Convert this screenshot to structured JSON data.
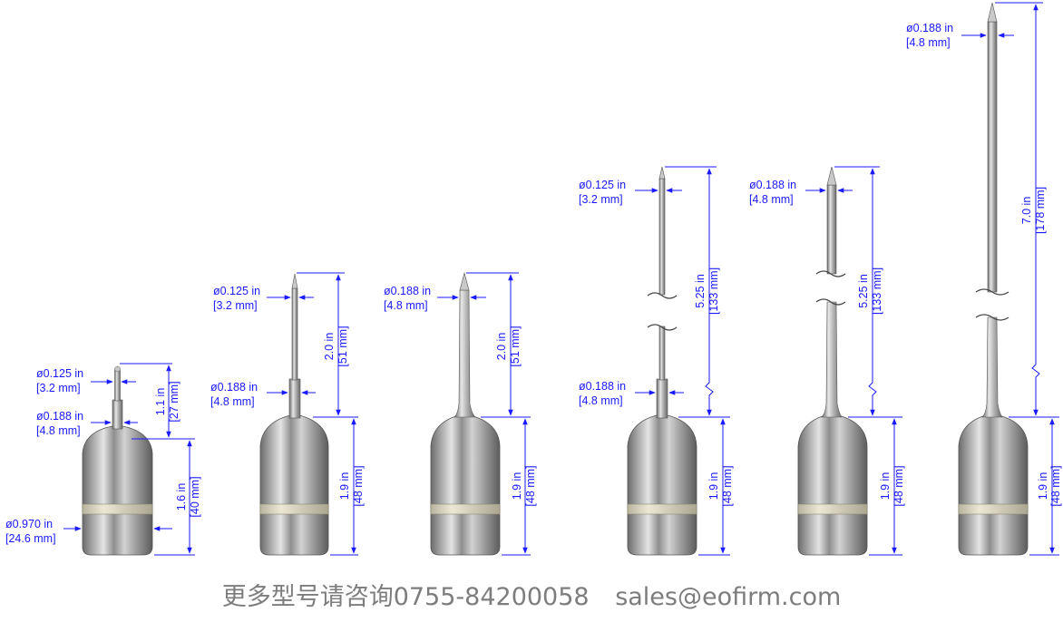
{
  "probes": [
    {
      "tip_diameter": [
        "ø0.125 in",
        "[3.2 mm]"
      ],
      "shaft_diameter": [
        "ø0.188 in",
        "[4.8 mm]"
      ],
      "probe_length": [
        "1.1 in",
        "[27 mm]"
      ],
      "handle_length": [
        "1.6 in",
        "[40 mm]"
      ],
      "handle_diameter": [
        "ø0.970 in",
        "[24.6 mm]"
      ]
    },
    {
      "tip_diameter": [
        "ø0.125 in",
        "[3.2 mm]"
      ],
      "shaft_diameter": [
        "ø0.188 in",
        "[4.8 mm]"
      ],
      "probe_length": [
        "2.0 in",
        "[51 mm]"
      ],
      "handle_length": [
        "1.9 in",
        "[48 mm]"
      ]
    },
    {
      "tip_diameter": [
        "ø0.188 in",
        "[4.8 mm]"
      ],
      "probe_length": [
        "2.0 in",
        "[51 mm]"
      ],
      "handle_length": [
        "1.9 in",
        "[48 mm]"
      ]
    },
    {
      "tip_diameter": [
        "ø0.125 in",
        "[3.2 mm]"
      ],
      "shaft_diameter": [
        "ø0.188 in",
        "[4.8 mm]"
      ],
      "probe_length": [
        "5.25 in",
        "[133 mm]"
      ],
      "handle_length": [
        "1.9 in",
        "[48 mm]"
      ]
    },
    {
      "tip_diameter": [
        "ø0.188 in",
        "[4.8 mm]"
      ],
      "probe_length": [
        "5.25 in",
        "[133 mm]"
      ],
      "handle_length": [
        "1.9 in",
        "[48 mm]"
      ]
    },
    {
      "tip_diameter": [
        "ø0.188 in",
        "[4.8 mm]"
      ],
      "probe_length": [
        "7.0 in",
        "[178 mm]"
      ],
      "handle_length": [
        "1.9 in",
        "[48 mm]"
      ]
    }
  ],
  "footer": {
    "contact_cn": "更多型号请咨询0755-84200058",
    "email": "sales@eofirm.com"
  },
  "colors": {
    "dimension": "#1a1aff",
    "metal": "#b8b8b8",
    "band": "#dcd8c2",
    "footer_text": "#7d7d7d"
  }
}
